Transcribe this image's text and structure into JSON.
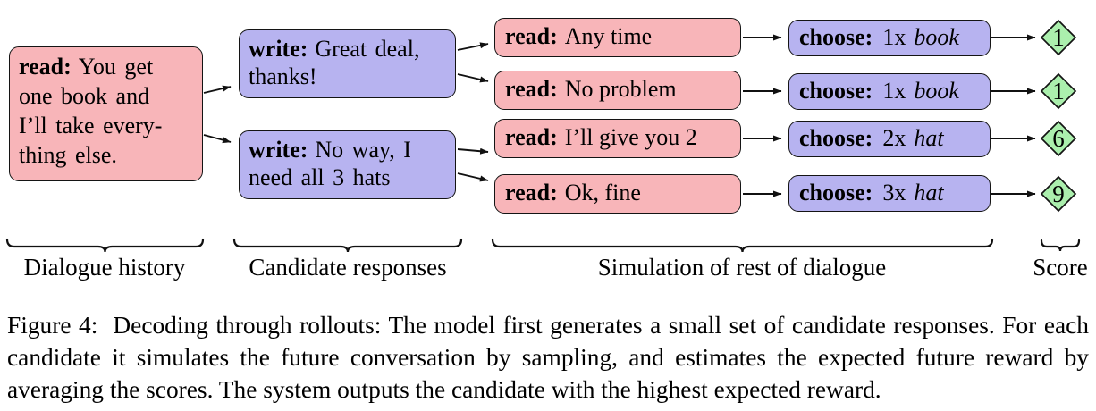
{
  "figure": {
    "columns": {
      "dialogue_history": {
        "box": {
          "prefix": "read:",
          "text": "You get\none book and\nI’ll take every-\nthing else."
        },
        "label": "Dialogue history"
      },
      "candidate_responses": {
        "boxes": [
          {
            "prefix": "write:",
            "text": "Great deal,\nthanks!"
          },
          {
            "prefix": "write:",
            "text": "No way, I\nneed all 3 hats"
          }
        ],
        "label": "Candidate responses"
      },
      "simulation": {
        "boxes": [
          {
            "prefix": "read:",
            "text": "Any time"
          },
          {
            "prefix": "read:",
            "text": "No problem"
          },
          {
            "prefix": "read:",
            "text": "I’ll give you 2"
          },
          {
            "prefix": "read:",
            "text": "Ok, fine"
          }
        ],
        "choices": [
          {
            "prefix": "choose:",
            "count": "1x",
            "item": "book"
          },
          {
            "prefix": "choose:",
            "count": "1x",
            "item": "book"
          },
          {
            "prefix": "choose:",
            "count": "2x",
            "item": "hat"
          },
          {
            "prefix": "choose:",
            "count": "3x",
            "item": "hat"
          }
        ],
        "label": "Simulation of rest of dialogue"
      },
      "score": {
        "values": [
          "1",
          "1",
          "6",
          "9"
        ],
        "label": "Score"
      }
    },
    "colors": {
      "read_fill": "#f8b5b9",
      "write_fill": "#b7b3f0",
      "score_fill": "#abefad",
      "stroke": "#141414"
    }
  },
  "caption": {
    "text": "Figure 4:  Decoding through rollouts: The model first generates a small set of candidate responses. For each candidate it simulates the future conversation by sampling, and estimates the expected future reward by averaging the scores. The system outputs the candidate with the highest expected reward."
  }
}
